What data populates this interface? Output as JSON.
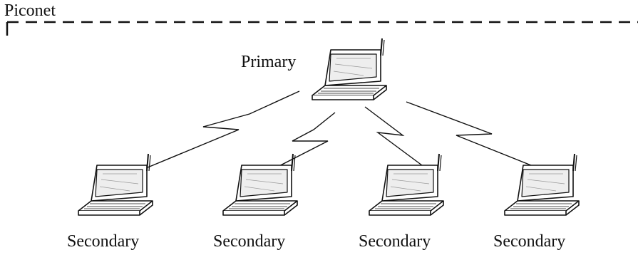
{
  "piconet_label": "Piconet",
  "primary": {
    "label": "Primary",
    "icon": "laptop-icon"
  },
  "secondaries": [
    {
      "label": "Secondary",
      "icon": "laptop-icon"
    },
    {
      "label": "Secondary",
      "icon": "laptop-icon"
    },
    {
      "label": "Secondary",
      "icon": "laptop-icon"
    },
    {
      "label": "Secondary",
      "icon": "laptop-icon"
    }
  ],
  "link_icon": "wireless-link-icon",
  "colors": {
    "ink": "#111111",
    "background": "#ffffff"
  }
}
